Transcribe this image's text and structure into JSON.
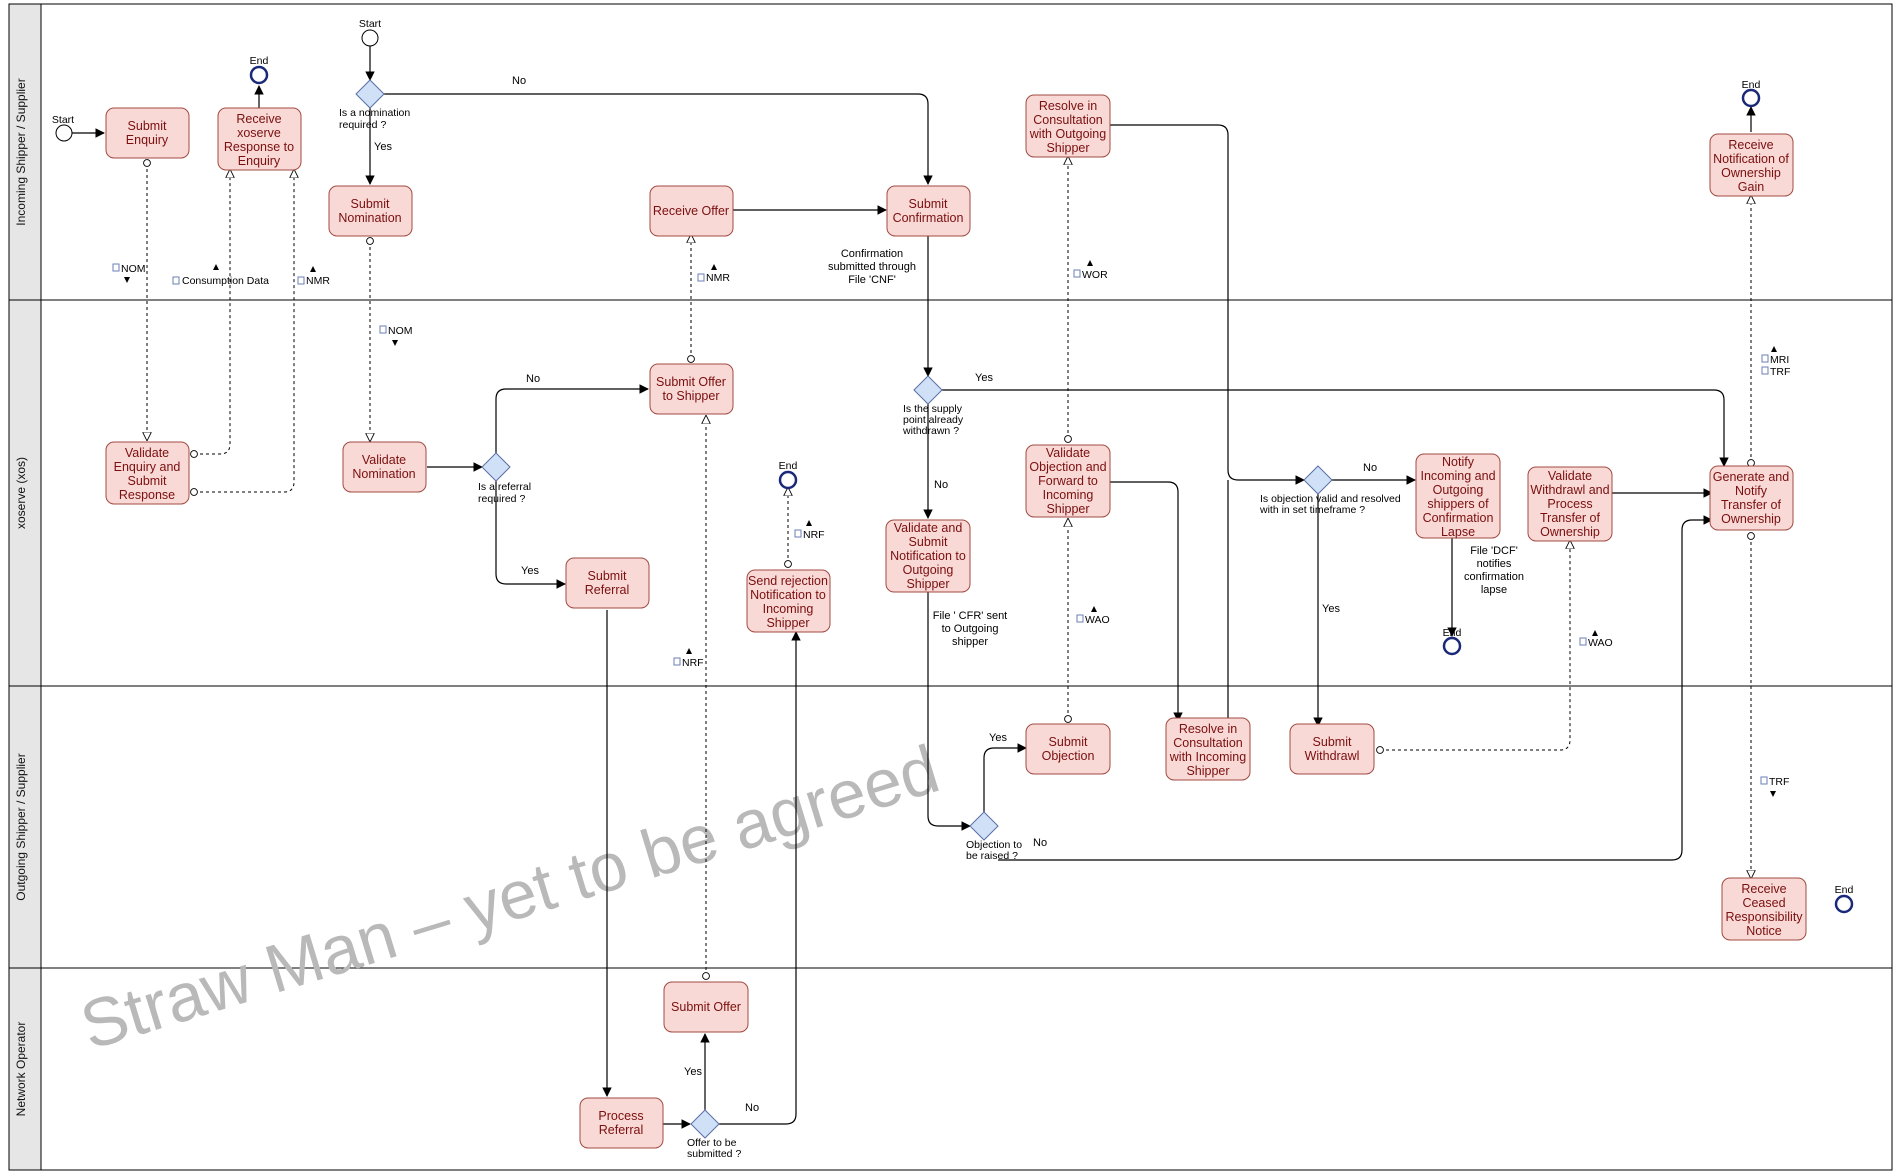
{
  "lanes": [
    {
      "id": "incoming",
      "label": "Incoming Shipper / Supplier"
    },
    {
      "id": "xoserve",
      "label": "xoserve (xos)"
    },
    {
      "id": "outgoing",
      "label": "Outgoing Shipper / Supplier"
    },
    {
      "id": "network",
      "label": "Network Operator"
    }
  ],
  "watermark": "Straw Man – yet to be agreed",
  "events": [
    {
      "id": "start1",
      "label": "Start"
    },
    {
      "id": "start2",
      "label": "Start"
    },
    {
      "id": "end1",
      "label": "End"
    },
    {
      "id": "end2",
      "label": "End"
    },
    {
      "id": "end3",
      "label": "End"
    },
    {
      "id": "end4",
      "label": "End"
    },
    {
      "id": "end5",
      "label": "End"
    }
  ],
  "tasks": [
    {
      "id": "submit-enquiry",
      "lines": [
        "Submit",
        "Enquiry"
      ]
    },
    {
      "id": "receive-response",
      "lines": [
        "Receive",
        "xoserve",
        "Response to",
        "Enquiry"
      ]
    },
    {
      "id": "submit-nomination",
      "lines": [
        "Submit",
        "Nomination"
      ]
    },
    {
      "id": "receive-offer",
      "lines": [
        "Receive Offer"
      ]
    },
    {
      "id": "submit-confirmation",
      "lines": [
        "Submit",
        "Confirmation"
      ]
    },
    {
      "id": "resolve-outgoing",
      "lines": [
        "Resolve in",
        "Consultation",
        "with Outgoing",
        "Shipper"
      ]
    },
    {
      "id": "receive-gain",
      "lines": [
        "Receive",
        "Notification of",
        "Ownership",
        "Gain"
      ]
    },
    {
      "id": "validate-enquiry",
      "lines": [
        "Validate",
        "Enquiry and",
        "Submit",
        "Response"
      ]
    },
    {
      "id": "validate-nomination",
      "lines": [
        "Validate",
        "Nomination"
      ]
    },
    {
      "id": "submit-offer-shipper",
      "lines": [
        "Submit Offer",
        "to Shipper"
      ]
    },
    {
      "id": "submit-referral",
      "lines": [
        "Submit",
        "Referral"
      ]
    },
    {
      "id": "send-rejection",
      "lines": [
        "Send rejection",
        "Notification to",
        "Incoming",
        "Shipper"
      ]
    },
    {
      "id": "validate-submit-notification",
      "lines": [
        "Validate and",
        "Submit",
        "Notification to",
        "Outgoing",
        "Shipper"
      ]
    },
    {
      "id": "validate-objection",
      "lines": [
        "Validate",
        "Objection and",
        "Forward to",
        "Incoming",
        "Shipper"
      ]
    },
    {
      "id": "notify-lapse",
      "lines": [
        "Notify",
        "Incoming and",
        "Outgoing",
        "shippers of",
        "Confirmation",
        "Lapse"
      ]
    },
    {
      "id": "validate-withdrawl",
      "lines": [
        "Validate",
        "Withdrawl and",
        "Process",
        "Transfer of",
        "Ownership"
      ]
    },
    {
      "id": "generate-notify",
      "lines": [
        "Generate and",
        "Notify",
        "Transfer of",
        "Ownership"
      ]
    },
    {
      "id": "submit-objection",
      "lines": [
        "Submit",
        "Objection"
      ]
    },
    {
      "id": "resolve-incoming",
      "lines": [
        "Resolve in",
        "Consultation",
        "with Incoming",
        "Shipper"
      ]
    },
    {
      "id": "submit-withdrawl",
      "lines": [
        "Submit",
        "Withdrawl"
      ]
    },
    {
      "id": "receive-ceased",
      "lines": [
        "Receive",
        "Ceased",
        "Responsibility",
        "Notice"
      ]
    },
    {
      "id": "submit-offer",
      "lines": [
        "Submit Offer"
      ]
    },
    {
      "id": "process-referral",
      "lines": [
        "Process",
        "Referral"
      ]
    }
  ],
  "gateways": [
    {
      "id": "g-nomination",
      "lines": [
        "Is a nomination",
        "required ?"
      ]
    },
    {
      "id": "g-referral",
      "lines": [
        "Is a referral",
        "required ?"
      ]
    },
    {
      "id": "g-withdrawn",
      "lines": [
        "Is the supply",
        "point already",
        "withdrawn ?"
      ]
    },
    {
      "id": "g-objection-valid",
      "lines": [
        "Is objection valid and resolved",
        "with in set timeframe ?"
      ]
    },
    {
      "id": "g-objection-raised",
      "lines": [
        "Objection to",
        "be raised ?"
      ]
    },
    {
      "id": "g-offer",
      "lines": [
        "Offer to be",
        "submitted ?"
      ]
    }
  ],
  "flow_labels": [
    {
      "id": "fl-no-nom",
      "text": "No"
    },
    {
      "id": "fl-yes-nom",
      "text": "Yes"
    },
    {
      "id": "fl-no-ref",
      "text": "No"
    },
    {
      "id": "fl-yes-ref",
      "text": "Yes"
    },
    {
      "id": "fl-yes-withdrawn",
      "text": "Yes"
    },
    {
      "id": "fl-no-withdrawn",
      "text": "No"
    },
    {
      "id": "fl-no-valid",
      "text": "No"
    },
    {
      "id": "fl-yes-valid",
      "text": "Yes"
    },
    {
      "id": "fl-yes-objection",
      "text": "Yes"
    },
    {
      "id": "fl-no-objection",
      "text": "No"
    },
    {
      "id": "fl-yes-offer",
      "text": "Yes"
    },
    {
      "id": "fl-no-offer",
      "text": "No"
    }
  ],
  "messages": [
    {
      "id": "m-nom1",
      "text": "NOM"
    },
    {
      "id": "m-consumption",
      "text": "Consumption Data"
    },
    {
      "id": "m-nmr1",
      "text": "NMR"
    },
    {
      "id": "m-nom2",
      "text": "NOM"
    },
    {
      "id": "m-nmr2",
      "text": "NMR"
    },
    {
      "id": "m-wor",
      "text": "WOR"
    },
    {
      "id": "m-mri",
      "text": "MRI"
    },
    {
      "id": "m-trf1",
      "text": "TRF"
    },
    {
      "id": "m-nrf1",
      "text": "NRF"
    },
    {
      "id": "m-nrf2",
      "text": "NRF"
    },
    {
      "id": "m-wao1",
      "text": "WAO"
    },
    {
      "id": "m-wao2",
      "text": "WAO"
    },
    {
      "id": "m-trf2",
      "text": "TRF"
    }
  ],
  "annotations": [
    {
      "id": "a-cnf",
      "lines": [
        "Confirmation",
        "submitted through",
        "File 'CNF'"
      ]
    },
    {
      "id": "a-cfr",
      "lines": [
        "File ' CFR' sent",
        "to Outgoing",
        "shipper"
      ]
    },
    {
      "id": "a-dcf",
      "lines": [
        "File 'DCF'",
        "notifies",
        "confirmation",
        "lapse"
      ]
    }
  ],
  "colors": {
    "task_fill": "#f9d9d6",
    "task_stroke": "#a04a40",
    "gateway_fill": "#cfe0f7",
    "gateway_stroke": "#5b6fa8",
    "end_stroke": "#1b2a78",
    "lane_header": "#e6e6e6"
  }
}
